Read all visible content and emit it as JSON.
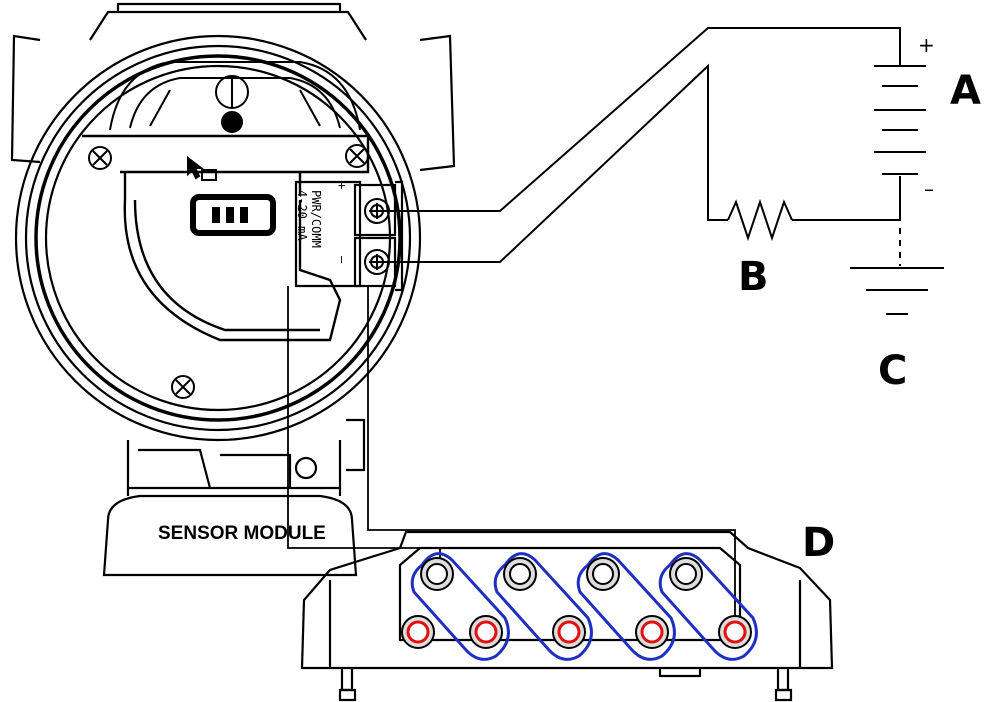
{
  "labels": {
    "a": "A",
    "b": "B",
    "c": "C",
    "d": "D"
  },
  "battery": {
    "plus": "+",
    "minus": "–"
  },
  "terminal": {
    "line1": "PWR/COMM",
    "line2": "4-20 mA",
    "plus": "+",
    "minus": "–"
  },
  "transmitter": {
    "module_label": "SENSOR MODULE"
  },
  "colors": {
    "outline": "#000000",
    "jumper_loop": "#1f2fbf",
    "red_terminal": "#e01010"
  }
}
